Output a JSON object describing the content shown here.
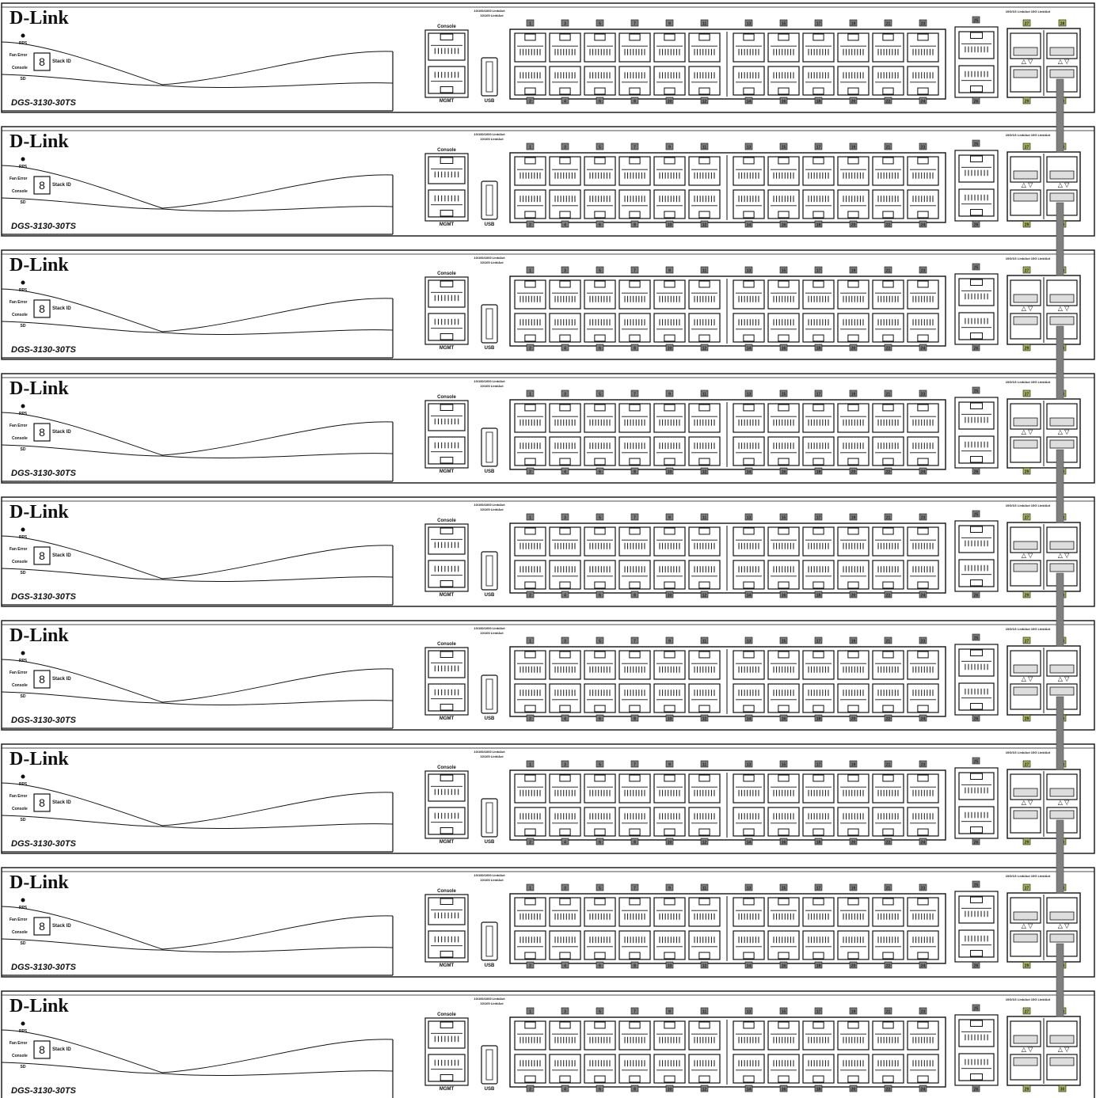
{
  "switch": {
    "brand": "D-Link",
    "model": "DGS-3130-30TS",
    "leds": {
      "rps": "RPS",
      "fan_error": "Fan Error",
      "console": "Console",
      "sd": "SD"
    },
    "stack_id_label": "Stack ID",
    "console_label": "Console",
    "mgmt_label": "MGMT",
    "usb_label": "USB",
    "rj45_legend": [
      "10/100/1000 Link/Act",
      "10/100 Link/Act"
    ],
    "sfp_legend": "10G/1G Link/Act  10G Link/Act",
    "top_port_numbers": [
      "1",
      "3",
      "5",
      "7",
      "9",
      "11",
      "13",
      "15",
      "17",
      "19",
      "21",
      "23"
    ],
    "bottom_port_numbers": [
      "2",
      "4",
      "6",
      "8",
      "10",
      "12",
      "14",
      "16",
      "18",
      "20",
      "22",
      "24"
    ],
    "combo_port_numbers": [
      "25",
      "26"
    ],
    "sfp_port_numbers": [
      "27",
      "28",
      "29",
      "30"
    ]
  },
  "stack": {
    "unit_count": 9
  },
  "colors": {
    "line": "#111111",
    "cable": "#7f7f7f",
    "port_label_fill": "#7d7d7d",
    "sfp_label_fill": "#a8b25a"
  }
}
